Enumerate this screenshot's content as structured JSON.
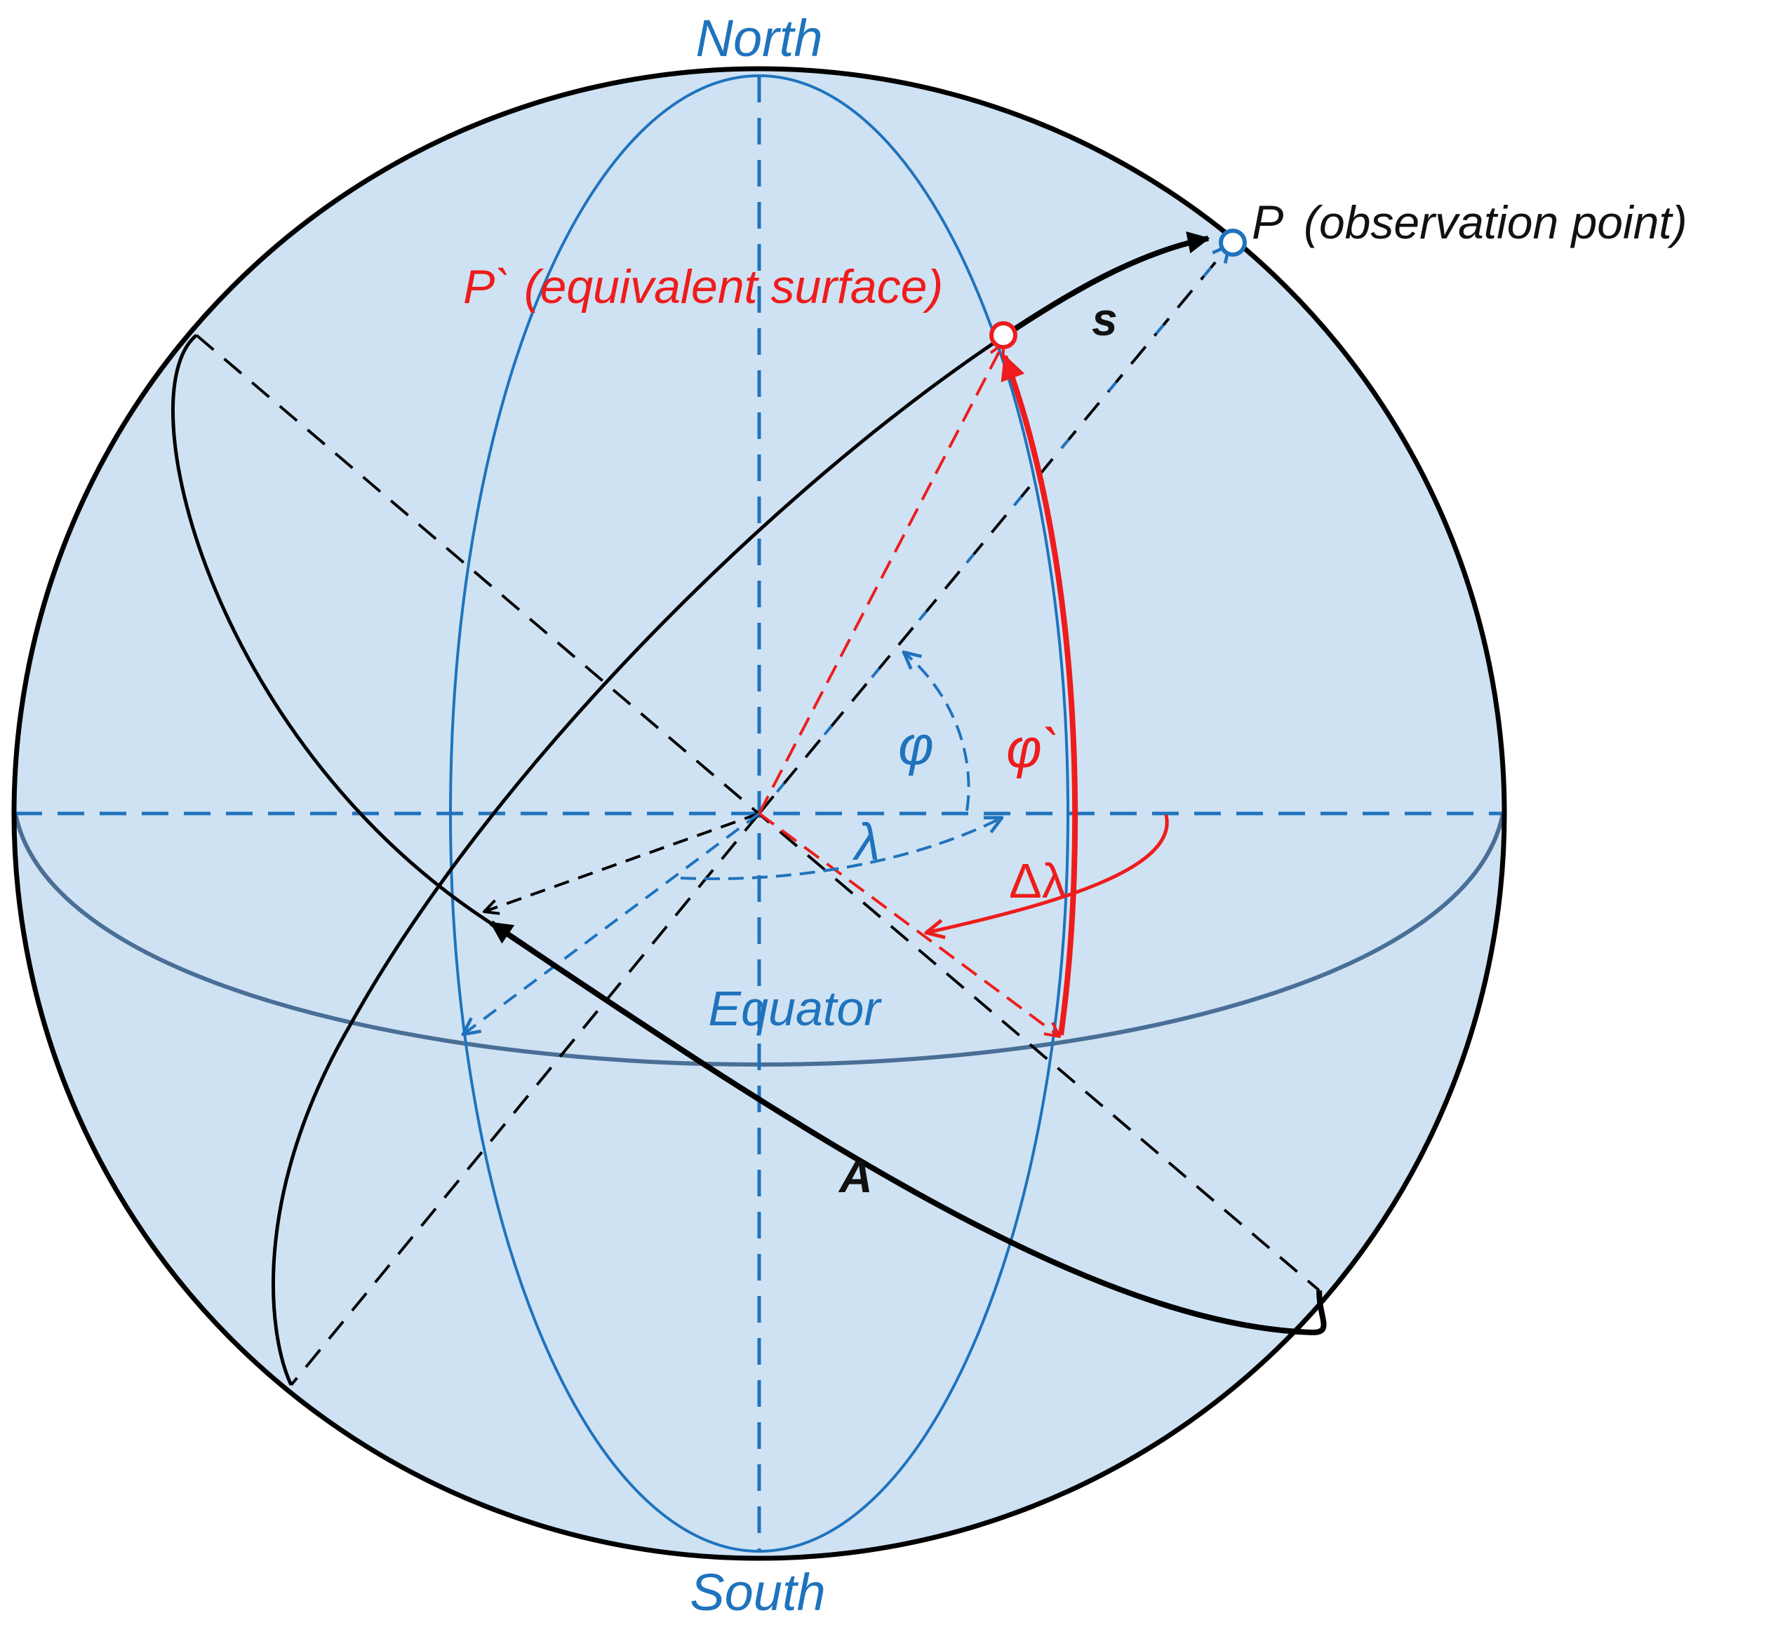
{
  "labels": {
    "north": "North",
    "south": "South",
    "equator": "Equator",
    "observation_point": "P",
    "observation_point_note": "(observation point)",
    "equivalent_point": "P` (equivalent surface)",
    "arc_s": "s",
    "arc_a": "A",
    "latitude": "φ",
    "equivalent_latitude": "φ`",
    "longitude": "λ",
    "longitude_difference": "Δλ"
  },
  "colors": {
    "sphere_fill": "#cfe2f3",
    "outline": "#000000",
    "blue": "#1f73bd",
    "equator": "#4a6f96",
    "red": "#ee1c1c"
  }
}
